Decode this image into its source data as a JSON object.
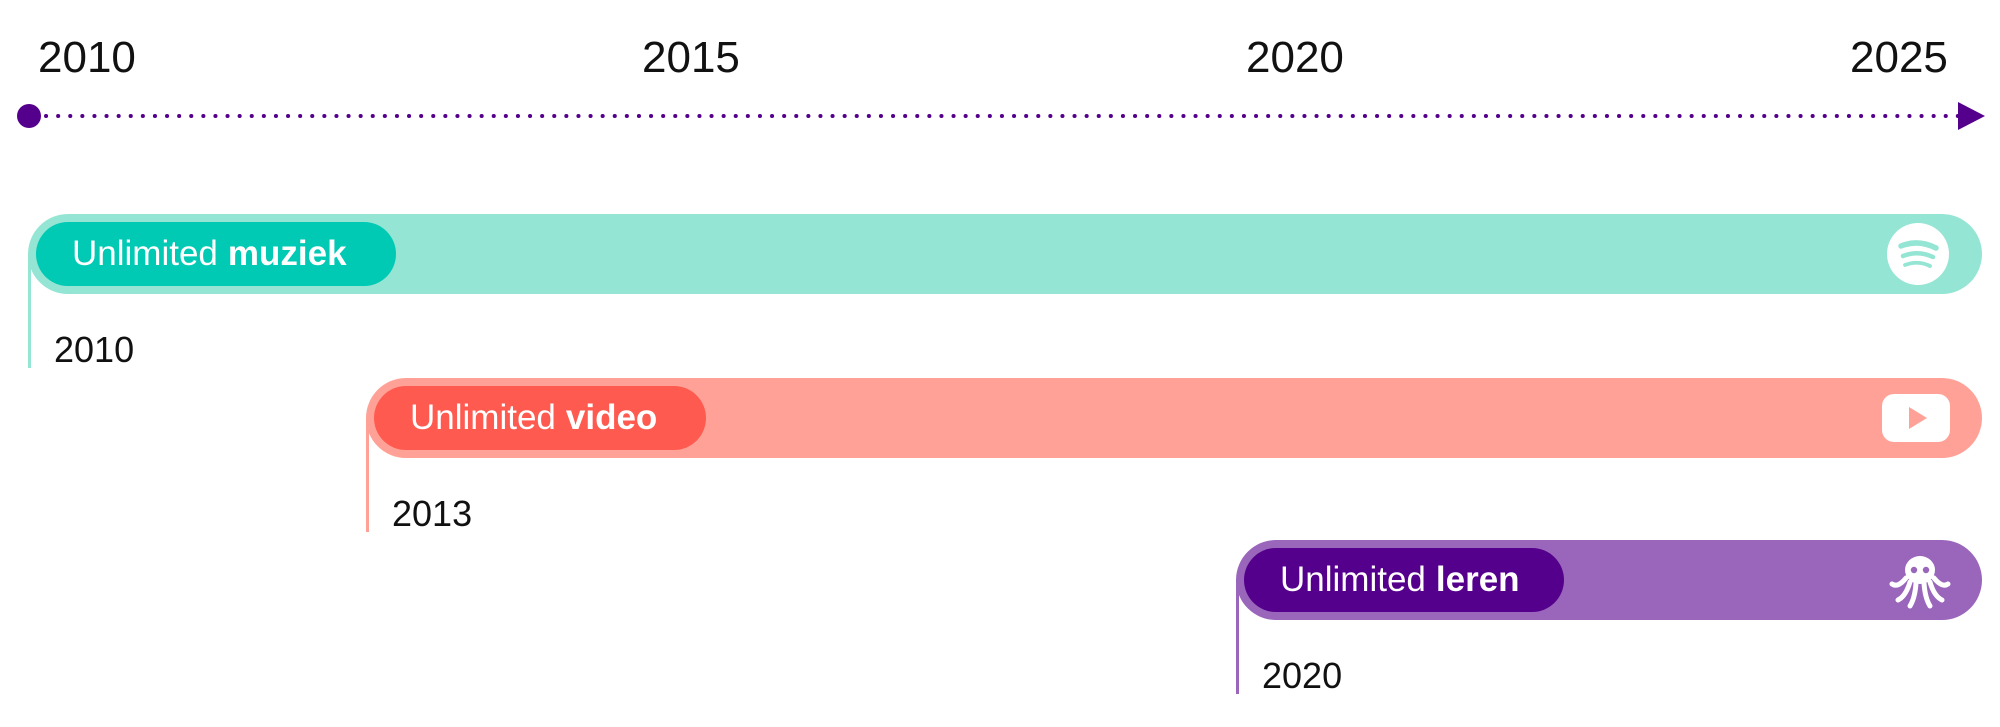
{
  "timeline": {
    "axis_labels": [
      "2010",
      "2015",
      "2020",
      "2025"
    ],
    "axis_color": "#55008c"
  },
  "bars": [
    {
      "id": "muziek",
      "label_light": "Unlimited",
      "label_bold": "muziek",
      "year": "2010",
      "icon": "spotify-icon",
      "bar_color": "#94e5d4",
      "pill_color": "#00c9b4"
    },
    {
      "id": "video",
      "label_light": "Unlimited",
      "label_bold": "video",
      "year": "2013",
      "icon": "youtube-icon",
      "bar_color": "#ffa197",
      "pill_color": "#ff5a50"
    },
    {
      "id": "leren",
      "label_light": "Unlimited",
      "label_bold": "leren",
      "year": "2020",
      "icon": "octopus-icon",
      "bar_color": "#9966bb",
      "pill_color": "#55008c"
    }
  ]
}
